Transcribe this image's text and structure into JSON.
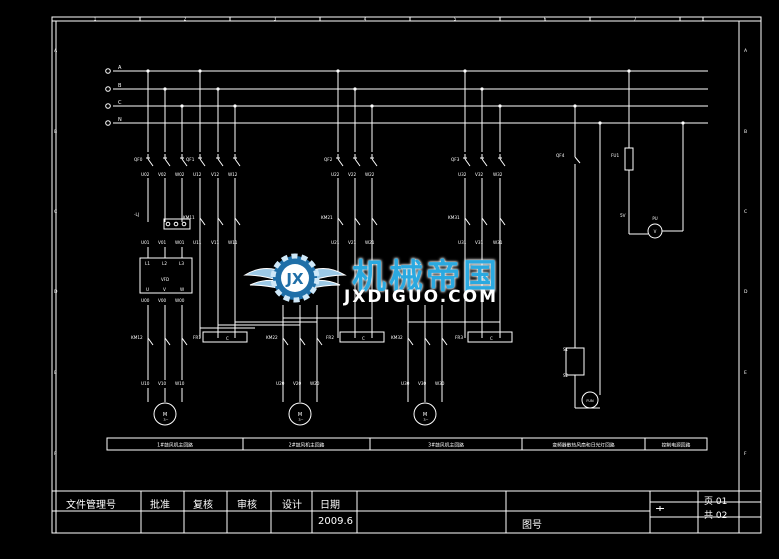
{
  "drawing": {
    "frame_col_labels": [
      "1",
      "2",
      "3",
      "4",
      "5",
      "6",
      "7",
      "8"
    ],
    "frame_row_labels": [
      "A",
      "B",
      "C",
      "D",
      "E",
      "F"
    ],
    "bus_labels": [
      "A",
      "B",
      "C",
      "N"
    ],
    "breakers": [
      "QF0",
      "QF1",
      "QF2",
      "QF3",
      "QF4"
    ],
    "contactor_labels": [
      "KM11",
      "KM21",
      "KM31",
      "KM12",
      "KM22",
      "KM32"
    ],
    "overload_labels": [
      "FR1",
      "FR2",
      "FR3"
    ],
    "terminal_sets": [
      [
        "U02",
        "V02",
        "W02"
      ],
      [
        "U12",
        "V12",
        "W12"
      ],
      [
        "U22",
        "V22",
        "W22"
      ],
      [
        "U32",
        "V32",
        "W32"
      ],
      [
        "U01",
        "V01",
        "W01"
      ],
      [
        "U11",
        "V11",
        "W11"
      ],
      [
        "U21",
        "V21",
        "W21"
      ],
      [
        "U31",
        "V31",
        "W31"
      ],
      [
        "U00",
        "V00",
        "W00"
      ],
      [
        "U10",
        "V10",
        "W10"
      ],
      [
        "U20",
        "V20",
        "W20"
      ],
      [
        "U30",
        "V30",
        "W30"
      ]
    ],
    "vfd": {
      "label": "-LJ",
      "inputs": [
        "L1",
        "L2",
        "L3"
      ],
      "outputs": [
        "U",
        "V",
        "W"
      ],
      "tag": "VFD"
    },
    "misc_labels": {
      "fuse": "FU1",
      "voltage": "5V",
      "pilot": "PU",
      "relay": "FUN",
      "motor": "M",
      "s1": "S1",
      "s2": "S2"
    },
    "section_labels": [
      "1#鼓风机主回路",
      "2#鼓风机主回路",
      "3#鼓风机主回路",
      "变频器散热风扇和日光灯回路",
      "控制电源回路"
    ]
  },
  "watermark": {
    "cn": "机械帝国",
    "en": "JXDIGUO.COM"
  },
  "title_block": {
    "headers": [
      "文件管理号",
      "批准",
      "复核",
      "审核",
      "设计",
      "日期"
    ],
    "date": "2009.6",
    "drawing_no_label": "图号",
    "page_label": "页 01",
    "total_label": "共 02"
  }
}
